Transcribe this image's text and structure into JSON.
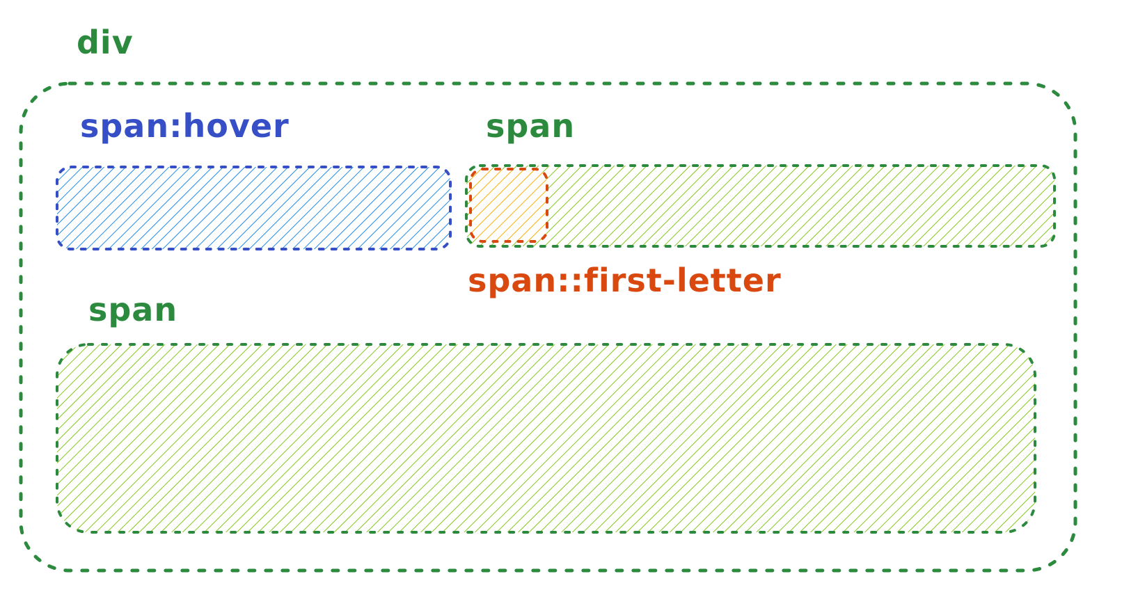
{
  "diagram": {
    "colors": {
      "div_stroke": "#2b8a3e",
      "span_stroke": "#2b8a3e",
      "span_fill": "#82c91e",
      "hover_stroke": "#364fc7",
      "hover_fill": "#228be6",
      "first_letter_stroke": "#d9480f",
      "first_letter_fill": "#fab005"
    },
    "nodes": [
      {
        "id": "div",
        "label": "div",
        "color": "#2b8a3e"
      },
      {
        "id": "span-hover",
        "label": "span:hover",
        "color": "#364fc7"
      },
      {
        "id": "span-top",
        "label": "span",
        "color": "#2b8a3e"
      },
      {
        "id": "span-first-letter",
        "label": "span::first-letter",
        "color": "#d9480f"
      },
      {
        "id": "span-bottom",
        "label": "span",
        "color": "#2b8a3e"
      }
    ]
  }
}
